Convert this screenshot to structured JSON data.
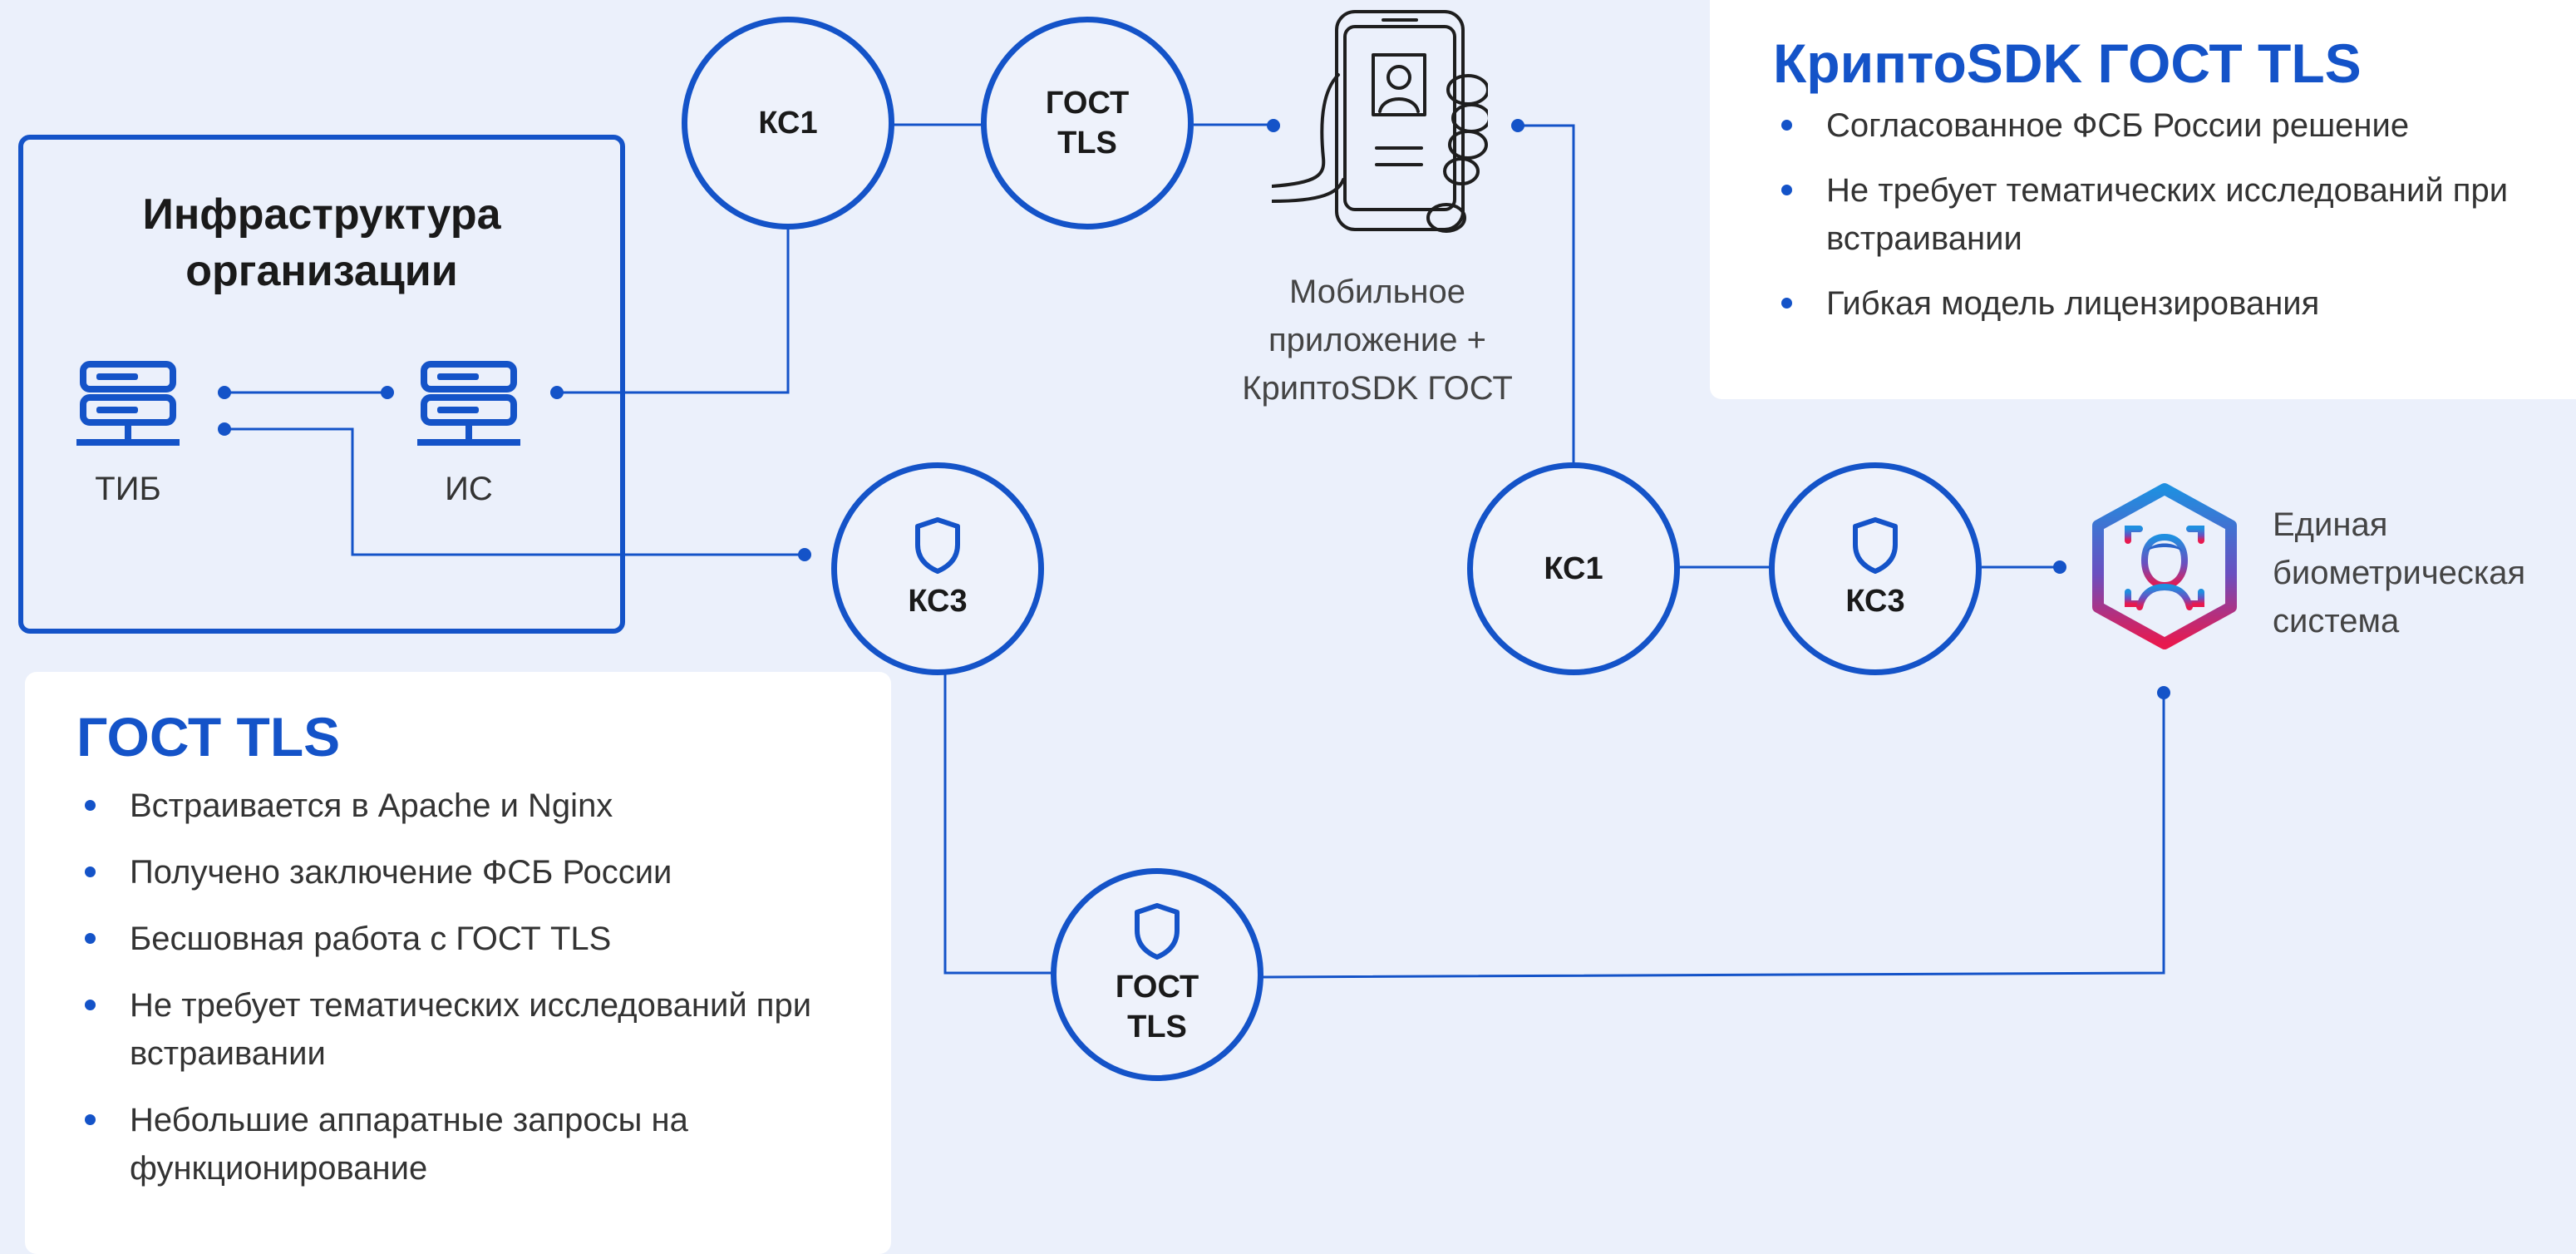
{
  "infra": {
    "title_line1": "Инфраструктура",
    "title_line2": "организации",
    "server1_label": "ТИБ",
    "server2_label": "ИС"
  },
  "nodes": {
    "ks1_top": "КС1",
    "gost_tls_top_line1": "ГОСТ",
    "gost_tls_top_line2": "TLS",
    "ks3_left": "КС3",
    "ks1_right": "КС1",
    "ks3_right": "КС3",
    "gost_tls_bottom_line1": "ГОСТ",
    "gost_tls_bottom_line2": "TLS"
  },
  "mobile": {
    "caption_line1": "Мобильное",
    "caption_line2": "приложение +",
    "caption_line3": "КриптоSDK ГОСТ"
  },
  "biometric": {
    "caption_line1": "Единая",
    "caption_line2": "биометрическая",
    "caption_line3": "система"
  },
  "right_panel": {
    "title": "КриптоSDK ГОСТ TLS",
    "bullets": [
      "Согласованное ФСБ России решение",
      "Не требует тематических исследований при встраивании",
      "Гибкая модель лицензирования"
    ]
  },
  "left_panel": {
    "title": "ГОСТ TLS",
    "bullets": [
      "Встраивается в Apache и Nginx",
      "Получено заключение ФСБ России",
      "Бесшовная работа с ГОСТ TLS",
      "Не требует тематических исследований при встраивании",
      "Небольшие аппаратные запросы на функционирование"
    ]
  },
  "colors": {
    "accent": "#1453c8",
    "background": "#ebf0fb",
    "panel": "#ffffff",
    "bio_gradient_top": "#1f8fe0",
    "bio_gradient_bottom": "#e8194f"
  }
}
